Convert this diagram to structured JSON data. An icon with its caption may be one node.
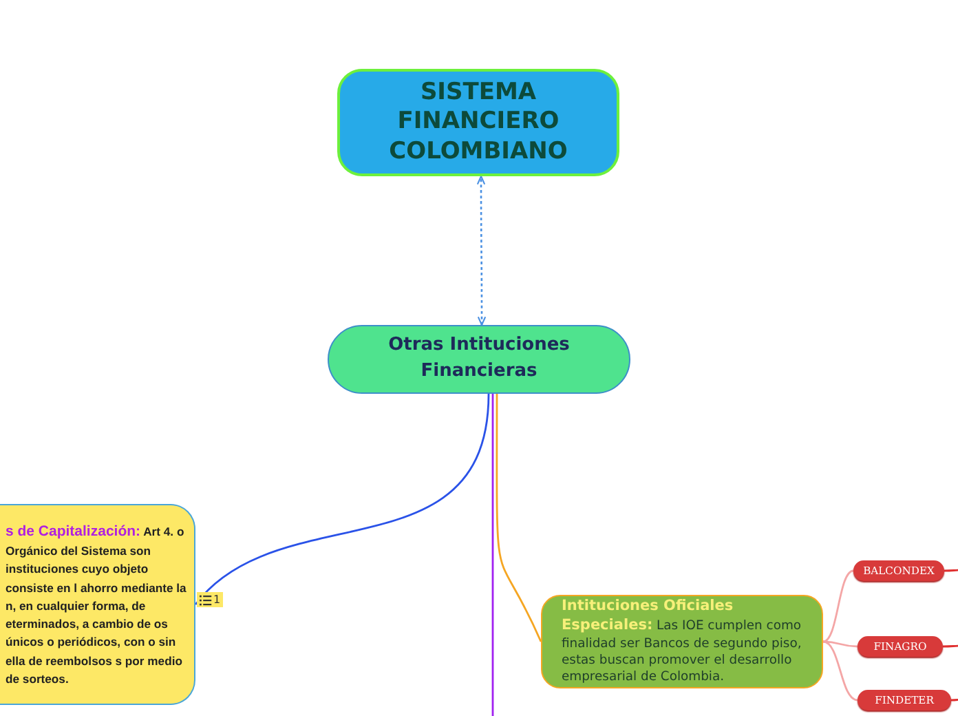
{
  "diagram": {
    "nodes": [
      {
        "text": [
          "SISTEMA FINANCIERO COLOMBIANO"
        ]
      },
      {
        "text": [
          "Otras Intituciones Financieras"
        ]
      },
      {
        "text": [
          "**s de Capitalización:** Art 4. o Orgánico del Sistema son instituciones cuyo objeto consiste en l ahorro mediante la n, en cualquier forma, de eterminados, a cambio de os únicos o periódicos, con o sin ella de reembolsos s por medio de sorteos."
        ]
      },
      {
        "text": [
          "**Intituciones Oficiales Especiales:** Las IOE cumplen como finalidad ser Bancos de segundo piso, estas buscan promover el desarrollo empresarial de Colombia."
        ]
      },
      {
        "text": [
          "BALCONDEX"
        ]
      },
      {
        "text": [
          "FINAGRO"
        ]
      },
      {
        "text": [
          "FINDETER"
        ]
      }
    ],
    "edges": [
      {
        "from": 1,
        "to": 0,
        "arrow": "both",
        "style": "dashed",
        "color": "#4a90e2"
      },
      {
        "from": 1,
        "to": 2,
        "arrow": "none",
        "color": "#2a52e8"
      },
      {
        "from": 1,
        "to": 3,
        "arrow": "none",
        "color": "#f5a623"
      },
      {
        "from": 1,
        "to": null,
        "arrow": "none",
        "color": "#a020f0"
      },
      {
        "from": 3,
        "to": 4,
        "arrow": "none",
        "color": "#f4a6a6"
      },
      {
        "from": 3,
        "to": 5,
        "arrow": "none",
        "color": "#f4a6a6"
      },
      {
        "from": 3,
        "to": 6,
        "arrow": "none",
        "color": "#f4a6a6"
      },
      {
        "from": 4,
        "to": null,
        "arrow": "none",
        "color": "#e03030"
      },
      {
        "from": 5,
        "to": null,
        "arrow": "none",
        "color": "#e03030"
      },
      {
        "from": 6,
        "to": null,
        "arrow": "none",
        "color": "#e03030"
      }
    ],
    "labels": [
      "1"
    ]
  }
}
